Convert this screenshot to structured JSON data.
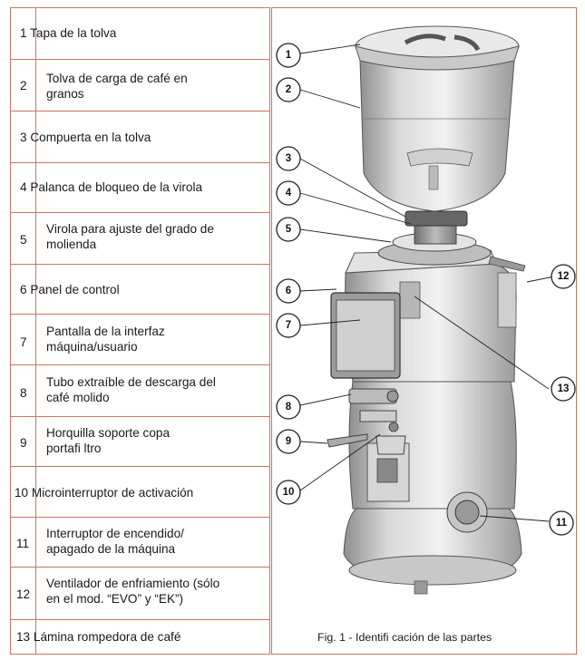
{
  "legend": [
    {
      "number": "1",
      "text": "Tapa de la tolva",
      "layout": "inline"
    },
    {
      "number": "2",
      "text": "Tolva de carga de café en granos",
      "line1": "Tolva de carga de café en",
      "line2": "granos",
      "layout": "split"
    },
    {
      "number": "3",
      "text": "Compuerta en la tolva",
      "layout": "inline"
    },
    {
      "number": "4",
      "text": "Palanca de bloqueo de la virola",
      "layout": "inline"
    },
    {
      "number": "5",
      "text": "Virola para ajuste del grado de molienda",
      "line1": "Virola para ajuste del grado de",
      "line2": "molienda",
      "layout": "split"
    },
    {
      "number": "6",
      "text": "Panel de control",
      "layout": "inline"
    },
    {
      "number": "7",
      "text": "Pantalla de la interfaz máquina/usuario",
      "line1": "Pantalla de la interfaz",
      "line2": "máquina/usuario",
      "layout": "split"
    },
    {
      "number": "8",
      "text": "Tubo extraíble de descarga del café molido",
      "line1": "Tubo extraíble de descarga del",
      "line2": "café molido",
      "layout": "split"
    },
    {
      "number": "9",
      "text": "Horquilla soporte copa portafi ltro",
      "line1": "Horquilla soporte copa",
      "line2": "portafi ltro",
      "layout": "split"
    },
    {
      "number": "10",
      "text": "Microinterruptor de activación",
      "layout": "inline"
    },
    {
      "number": "11",
      "text": "Interruptor de encendido/ apagado de la máquina",
      "line1": "Interruptor de encendido/",
      "line2": "apagado de la máquina",
      "layout": "split"
    },
    {
      "number": "12",
      "text": "Ventilador de enfriamiento (sólo en el mod. “EVO” y “EK”)",
      "line1": "Ventilador de enfriamiento (sólo",
      "line2": "en el mod. “EVO” y “EK”)",
      "layout": "split"
    },
    {
      "number": "13",
      "text": "Lámina rompedora de café",
      "layout": "inline"
    }
  ],
  "figure": {
    "caption": "Fig. 1   - Identifi cación de las partes",
    "callouts": [
      "1",
      "2",
      "3",
      "4",
      "5",
      "6",
      "7",
      "8",
      "9",
      "10",
      "11",
      "12",
      "13"
    ]
  }
}
